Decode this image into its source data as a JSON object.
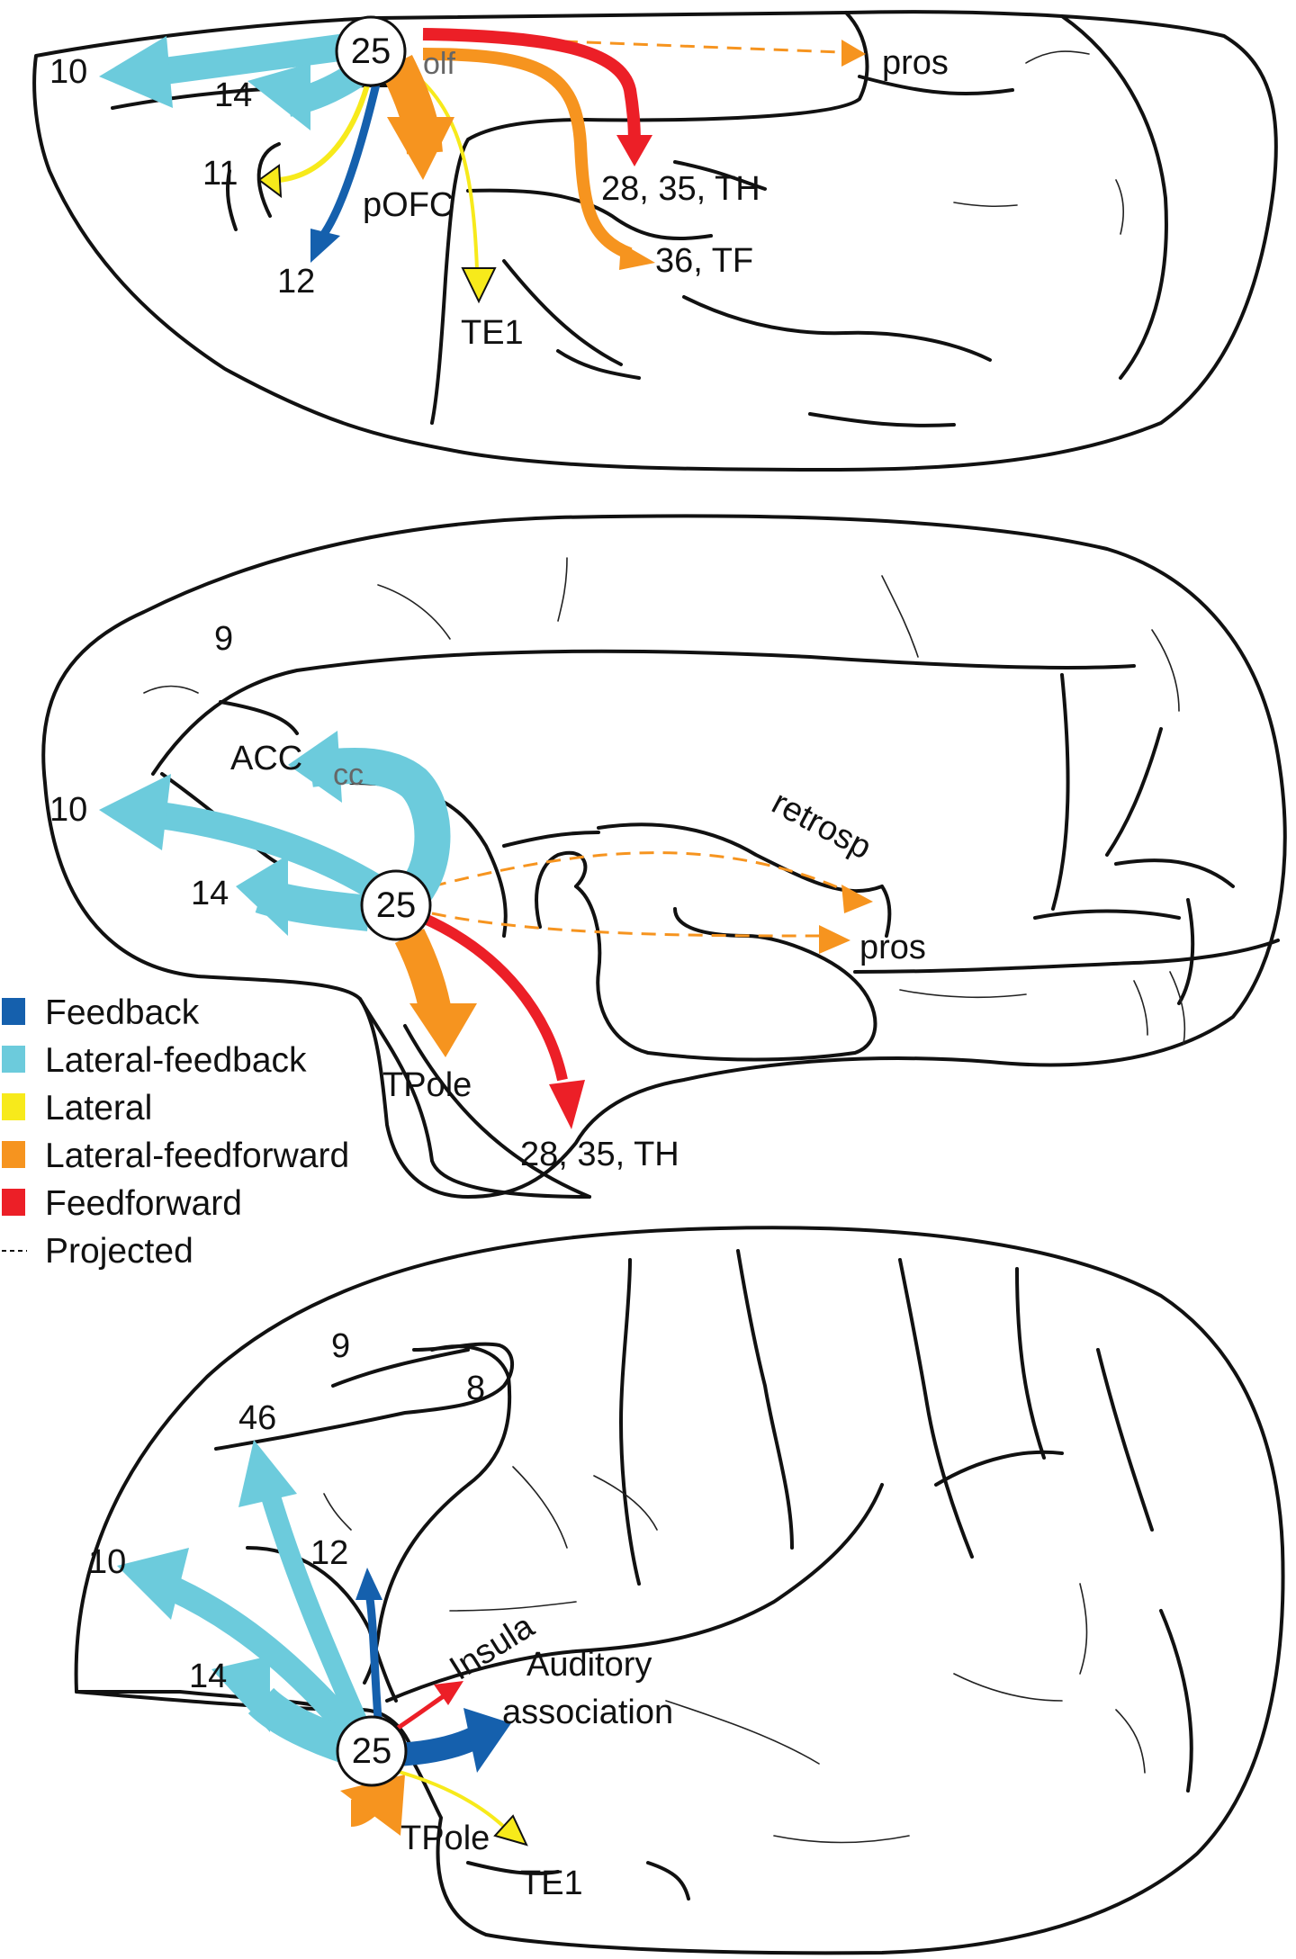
{
  "colors": {
    "feedback": "#1560ad",
    "lateral_feedback": "#6ccbdc",
    "lateral": "#f7ea1b",
    "lateral_feedforward": "#f6941f",
    "feedforward": "#ec1f27"
  },
  "legend": [
    {
      "label": "Feedback",
      "color": "#1560ad",
      "style": "swatch"
    },
    {
      "label": "Lateral-feedback",
      "color": "#6ccbdc",
      "style": "swatch"
    },
    {
      "label": "Lateral",
      "color": "#f7ea1b",
      "style": "swatch"
    },
    {
      "label": "Lateral-feedforward",
      "color": "#f6941f",
      "style": "swatch"
    },
    {
      "label": "Feedforward",
      "color": "#ec1f27",
      "style": "swatch"
    },
    {
      "label": "Projected",
      "color": "#111111",
      "style": "dashed"
    }
  ],
  "views": {
    "ventral": {
      "node": "25",
      "labels": {
        "a10": "10",
        "a14": "14",
        "a11": "11",
        "a12": "12",
        "olf": "olf",
        "pofc": "pOFC",
        "te1": "TE1",
        "ent": "28, 35, TH",
        "tf": "36, TF",
        "pros": "pros"
      }
    },
    "medial": {
      "node": "25",
      "labels": {
        "a9": "9",
        "acc": "ACC",
        "cc": "cc",
        "a10": "10",
        "a14": "14",
        "retrosp": "retrosp",
        "pros": "pros",
        "tpole": "TPole",
        "ent": "28, 35, TH"
      }
    },
    "lateral": {
      "node": "25",
      "labels": {
        "a9": "9",
        "a8": "8",
        "a46": "46",
        "a10": "10",
        "a12": "12",
        "a14": "14",
        "insula": "Insula",
        "aud1": "Auditory",
        "aud2": "association",
        "tpole": "TPole",
        "te1": "TE1"
      }
    }
  }
}
